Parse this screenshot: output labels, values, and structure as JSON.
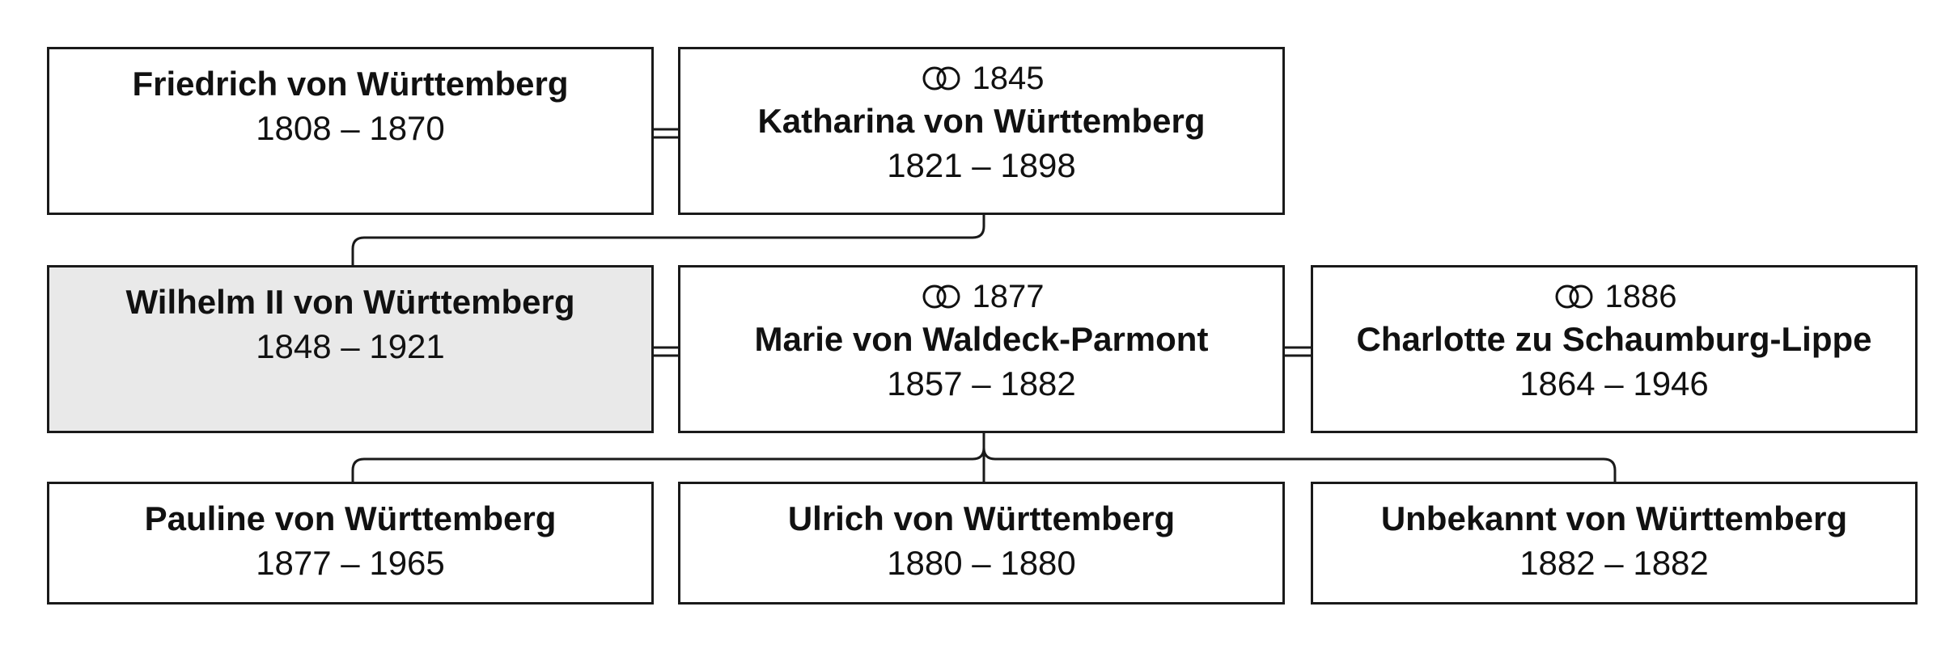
{
  "colors": {
    "box_border": "#1a1a1a",
    "box_fill": "#ffffff",
    "focus_fill": "#e9e9e9",
    "text": "#111111"
  },
  "persons": {
    "friedrich": {
      "name": "Friedrich von Württemberg",
      "dates": "1808 – 1870"
    },
    "katharina": {
      "marriage_year": "1845",
      "name": "Katharina von Württemberg",
      "dates": "1821 – 1898"
    },
    "wilhelm": {
      "name": "Wilhelm II von Württemberg",
      "dates": "1848 – 1921"
    },
    "marie": {
      "marriage_year": "1877",
      "name": "Marie von Waldeck-Parmont",
      "dates": "1857 – 1882"
    },
    "charlotte": {
      "marriage_year": "1886",
      "name": "Charlotte zu Schaumburg-Lippe",
      "dates": "1864 – 1946"
    },
    "pauline": {
      "name": "Pauline von Württemberg",
      "dates": "1877 – 1965"
    },
    "ulrich": {
      "name": "Ulrich von Württemberg",
      "dates": "1880 – 1880"
    },
    "unbekannt": {
      "name": "Unbekannt von Württemberg",
      "dates": "1882 – 1882"
    }
  },
  "icons": {
    "marriage": "wedding-rings-icon"
  }
}
